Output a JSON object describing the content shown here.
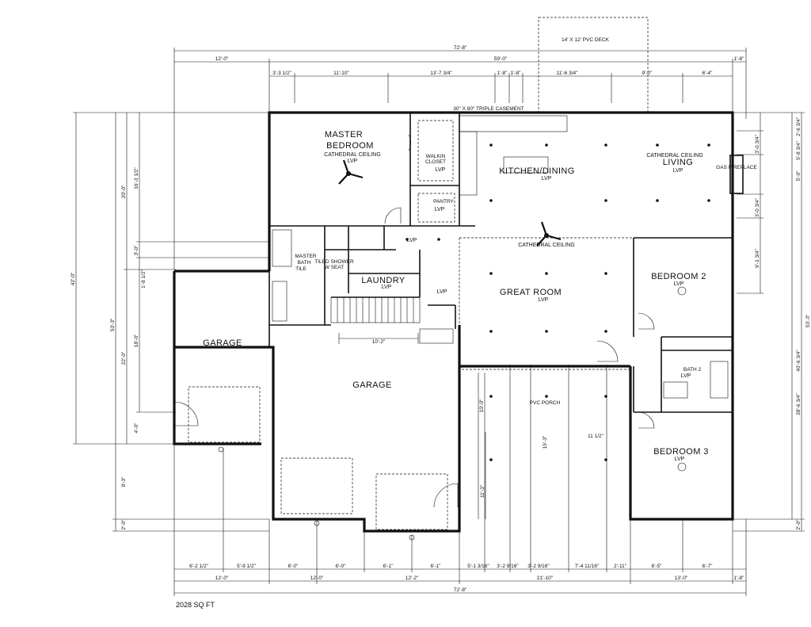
{
  "sheet": {
    "area": "2028 SQ FT",
    "deck": "14' X 12' PVC DECK",
    "porch": "PVC PORCH",
    "window_main": "30\" X 80\" TRIPLE CASEMENT",
    "fireplace": "GAS FIREPLACE"
  },
  "rooms": {
    "master_bedroom": {
      "line1": "MASTER",
      "line2": "BEDROOM",
      "note": "CATHEDRAL CEILING",
      "floor": "LVP"
    },
    "walkin": {
      "line1": "WALKIN",
      "line2": "CLOSET",
      "floor": "LVP"
    },
    "kitchen": {
      "name": "KITCHEN/DINING",
      "floor": "LVP"
    },
    "living": {
      "name": "LIVING",
      "note": "CATHEDRAL CEILING",
      "floor": "LVP"
    },
    "pantry": {
      "name": "PANTRY",
      "floor": "LVP"
    },
    "master_bath": {
      "line1": "MASTER",
      "line2": "BATH",
      "floor": "TILE",
      "shower": "TILED SHOWER",
      "seat": "W SEAT"
    },
    "laundry": {
      "name": "LAUNDRY",
      "floor": "LVP"
    },
    "hall": {
      "floor": "LVP"
    },
    "great_room": {
      "name": "GREAT ROOM",
      "floor": "LVP",
      "note": "CATHEDRAL CEILING"
    },
    "bedroom2": {
      "name": "BEDROOM 2",
      "floor": "LVP"
    },
    "bath2": {
      "name": "BATH 2",
      "floor": "LVP"
    },
    "bedroom3": {
      "name": "BEDROOM 3",
      "floor": "LVP"
    },
    "garage_left": {
      "name": "GARAGE"
    },
    "garage_main": {
      "name": "GARAGE"
    },
    "stair_landing": {
      "floor": "LVP"
    }
  },
  "dimensions": {
    "overall_top": "72'-8\"",
    "top_row2": [
      "12'-0\"",
      "59'-0\"",
      "1'-8\""
    ],
    "top_row3": [
      "3'-3 1/2\"",
      "11'-10\"",
      "13'-7 3/4\"",
      "1'-8\"",
      "1'-8\"",
      "11'-6 3/4\"",
      "9'-0\"",
      "6'-4\""
    ],
    "bottom_row1": [
      "6'-2 1/2\"",
      "5'-9 1/2\"",
      "6'-0\"",
      "6'-0\"",
      "6'-1\"",
      "6'-1\"",
      "5'-1 3/16\"",
      "3'-2 9/16\"",
      "3'-2 9/16\"",
      "7'-4 11/16\"",
      "2'-11\"",
      "6'-5\"",
      "6'-7\""
    ],
    "bottom_row2": [
      "12'-0\"",
      "12'-0\"",
      "12'-2\"",
      "21'-10\"",
      "13'-0\"",
      "1'-8\""
    ],
    "overall_bottom": "72'-8\"",
    "left_overall": "42'-0\"",
    "left_row2": [
      "20'-0\"",
      "22'-0\""
    ],
    "left_row3": [
      "16'-3 1/2\"",
      "3'-0\"",
      "1'-8 1/2\"",
      "18'-0\"",
      "4'-0\""
    ],
    "left_lower": [
      "9'-3\"",
      "2'-0\""
    ],
    "left_overall2": "53'-3\"",
    "right_overall": "53'-3\"",
    "right_row2": [
      "40'-6 3/4\"",
      "28'-6 3/4\""
    ],
    "right_row3": [
      "2'-6 3/4\"",
      "3'-0 3/4\"",
      "5'-0\"",
      "3'-0 3/4\"",
      "9'-1 3/4\"",
      "2'-0\""
    ],
    "right_small": [
      "5'-8 3/4\""
    ],
    "porch_v": [
      "10'-0\"",
      "15'-3\"",
      "11'-3\""
    ],
    "stair_w": "10'-2\"",
    "slope": "11 1/2\""
  }
}
